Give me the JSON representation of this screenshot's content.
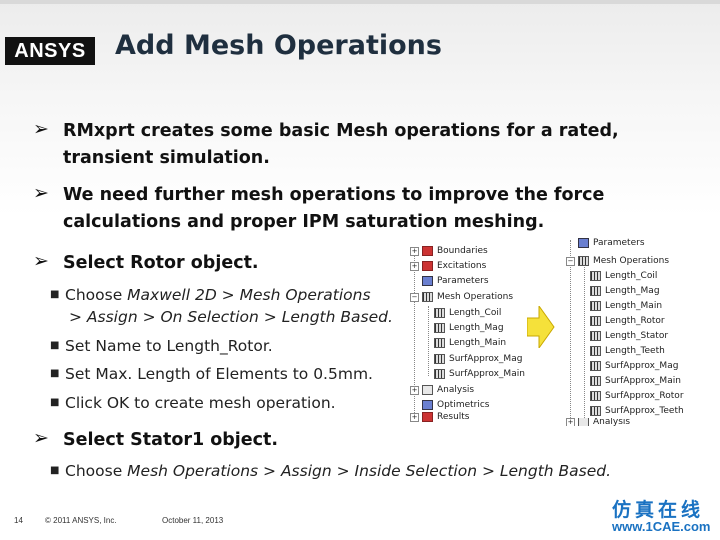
{
  "slide": {
    "title": "Add Mesh Operations",
    "logo_text": "ANSYS",
    "bullets": [
      {
        "line1": "RMxprt creates some basic Mesh operations for a rated,",
        "line2": "transient simulation."
      },
      {
        "line1": "We need further mesh operations to improve the force",
        "line2": "calculations and proper IPM saturation meshing."
      },
      {
        "line1": "Select Rotor object."
      },
      {
        "line1": "Select Stator1 object."
      }
    ],
    "rotor_steps": {
      "s1_a": "Choose ",
      "s1_b": "Maxwell 2D > Mesh Operations",
      "s1_c": "> Assign > On Selection > Length Based.",
      "s2": "Set Name to Length_Rotor.",
      "s3": "Set Max. Length of Elements to 0.5mm.",
      "s4": "Click OK to create mesh operation."
    },
    "stator_step": {
      "a": "Choose ",
      "b": "Mesh Operations > Assign > Inside Selection > Length Based."
    }
  },
  "tree_left": {
    "items": [
      "Boundaries",
      "Excitations",
      "Parameters",
      "Mesh Operations",
      "Length_Coil",
      "Length_Mag",
      "Length_Main",
      "SurfApprox_Mag",
      "SurfApprox_Main",
      "Analysis",
      "Optimetrics",
      "Results"
    ]
  },
  "tree_right": {
    "items": [
      "Parameters",
      "Mesh Operations",
      "Length_Coil",
      "Length_Mag",
      "Length_Main",
      "Length_Rotor",
      "Length_Stator",
      "Length_Teeth",
      "SurfApprox_Mag",
      "SurfApprox_Main",
      "SurfApprox_Rotor",
      "SurfApprox_Teeth",
      "Analysis"
    ]
  },
  "footer": {
    "page": "14",
    "copyright": "© 2011 ANSYS, Inc.",
    "date": "October 11, 2013"
  },
  "watermark": {
    "line1": "仿真在线",
    "line2": "www.1CAE.com"
  },
  "colors": {
    "title": "#1f2f3f",
    "arrow_fill": "#f5e13a",
    "watermark": "#1a72c2"
  }
}
